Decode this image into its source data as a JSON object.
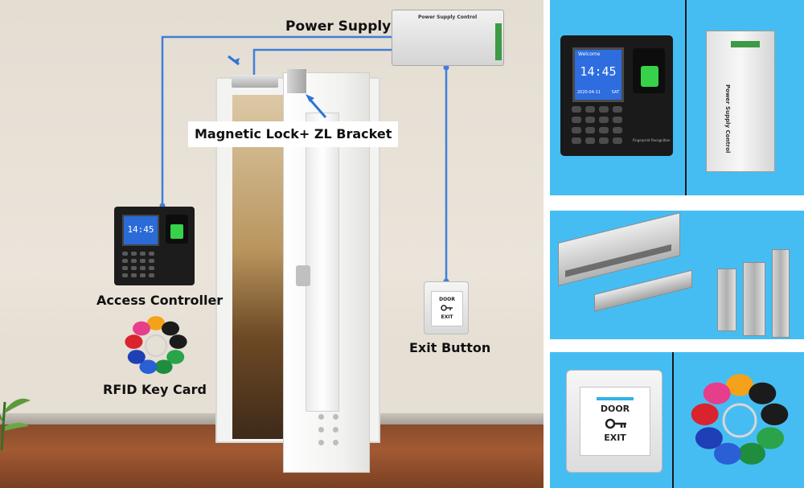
{
  "labels": {
    "power_supply": "Power Supply",
    "magnetic_lock": "Magnetic Lock+ ZL Bracket",
    "access_controller": "Access Controller",
    "rfid_key_card": "RFID Key Card",
    "exit_button": "Exit Button"
  },
  "devices": {
    "controller_time": "14:45",
    "controller_welcome": "Welcome",
    "controller_date": "2020-04-11",
    "controller_day": "SAT",
    "fingerprint_label": "Fingerprint Recognition",
    "psu_title": "Power Supply Control",
    "exit_line1": "DOOR",
    "exit_line2": "EXIT"
  },
  "colors": {
    "panel_bg": "#46bdf2",
    "wire": "#3f7fd9",
    "fingerprint_green": "#36d24a",
    "screen_blue": "#2d6de0",
    "card_colors": [
      "#f4a21a",
      "#1b1b1b",
      "#1b1b1b",
      "#2aa34a",
      "#1e8e3e",
      "#2a5fd6",
      "#1e3fb5",
      "#d9232d",
      "#e63e8b"
    ]
  },
  "icons": [
    "arrow-icon",
    "key-icon",
    "plant-icon"
  ]
}
